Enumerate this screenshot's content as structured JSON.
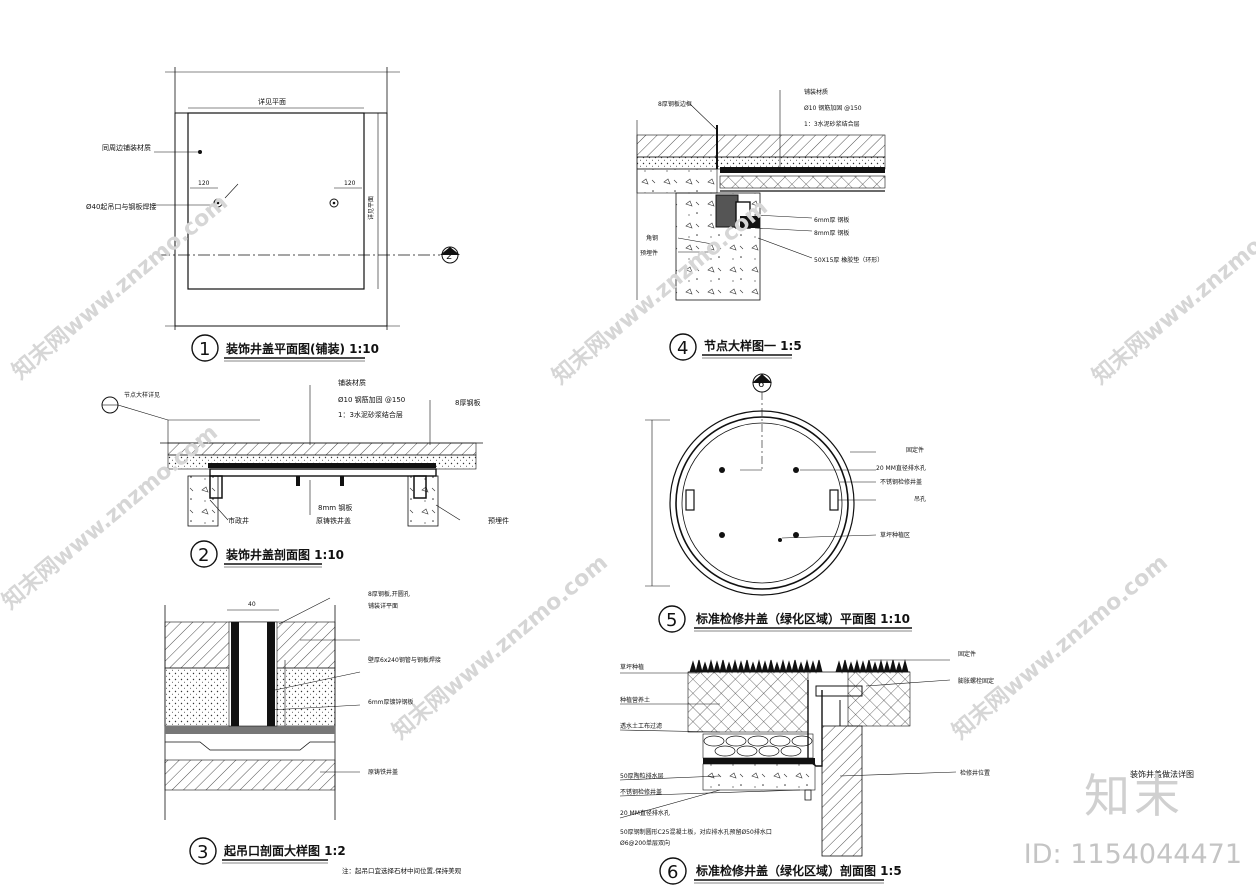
{
  "drawings": {
    "d1": {
      "num": "1",
      "title": "装饰井盖平面图(铺装)  1:10",
      "labels": [
        "详见平面",
        "同周边铺装材质",
        "Ø40起吊口与钢板焊接",
        "120",
        "120",
        "详见平面"
      ],
      "marker": "2"
    },
    "d2": {
      "num": "2",
      "title": "装饰井盖剖面图  1:10",
      "labels": [
        "节点大样详见",
        "铺装材质",
        "Ø10 钢筋加固 @150",
        "1：3水泥砂浆结合层",
        "8厚钢板",
        "8mm 钢板",
        "市政井",
        "原铸铁井盖",
        "预埋件"
      ]
    },
    "d3": {
      "num": "3",
      "title": "起吊口剖面大样图  1:2",
      "labels": [
        "40",
        "8厚钢板,开圆孔",
        "铺装详平面",
        "壁厚6x240钢管与钢板焊接",
        "6mm厚镀锌钢板",
        "原铸铁井盖"
      ],
      "note": "注：起吊口宜选择石材中间位置,保持美观"
    },
    "d4": {
      "num": "4",
      "title": "节点大样图一  1:5",
      "labels": [
        "8厚钢板边框",
        "铺装材质",
        "Ø10 钢筋加固 @150",
        "1：3水泥砂浆结合层",
        "6mm厚 钢板",
        "8mm厚 钢板",
        "角钢",
        "预埋件",
        "50X15厚 橡胶垫（环形）"
      ]
    },
    "d5": {
      "num": "5",
      "title": "标准检修井盖（绿化区域）平面图  1:10",
      "labels": [
        "固定件",
        "20 MM直径排水孔",
        "不锈钢检修井盖",
        "吊孔",
        "草坪种植区"
      ],
      "marker": "6"
    },
    "d6": {
      "num": "6",
      "title": "标准检修井盖（绿化区域）剖面图  1:5",
      "labels": [
        "草坪种植",
        "种植营养土",
        "透水土工布过滤",
        "50厚陶粒排水层",
        "不锈钢检修井盖",
        "20 MM直径排水孔",
        "50厚钢制圆形C25混凝土板，对应排水孔预留Ø50排水口",
        "Ø6@200单层双向",
        "固定件",
        "膨胀螺栓固定",
        "检修井位置"
      ]
    }
  },
  "side_label": "装饰井盖做法详图",
  "watermark": {
    "text": "知末网www.znzmo.com",
    "brand": "知末",
    "id": "ID: 1154044471"
  },
  "colors": {
    "ink": "#111111",
    "watermark": "#d6d6d6"
  }
}
